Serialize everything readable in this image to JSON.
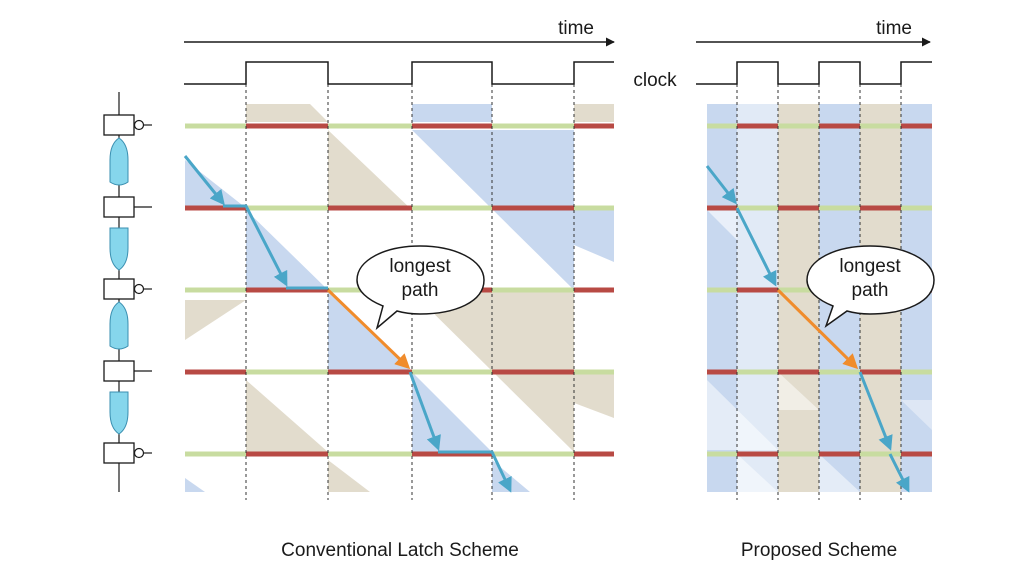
{
  "labels": {
    "time_left": "time",
    "time_right": "time",
    "clock": "clock",
    "callout_left_line1": "longest",
    "callout_left_line2": "path",
    "callout_right_line1": "longest",
    "callout_right_line2": "path",
    "caption_left": "Conventional Latch Scheme",
    "caption_right": "Proposed Scheme"
  },
  "colors": {
    "background": "#ffffff",
    "axis": "#1a1a1a",
    "latch_transparent_green": "#c8dca0",
    "latch_opaque_red": "#b84a44",
    "wave_blue": "#c8d8ef",
    "wave_tan": "#e2dccd",
    "path_blue": "#4aa6c8",
    "longest_path_orange": "#f08c2c",
    "logic_cloud": "#86d6ec"
  },
  "icons": {
    "latch": "latch-box-icon",
    "inverted_clock": "inverted-clock-bubble-icon",
    "logic_stage": "combinational-logic-cloud-icon"
  }
}
